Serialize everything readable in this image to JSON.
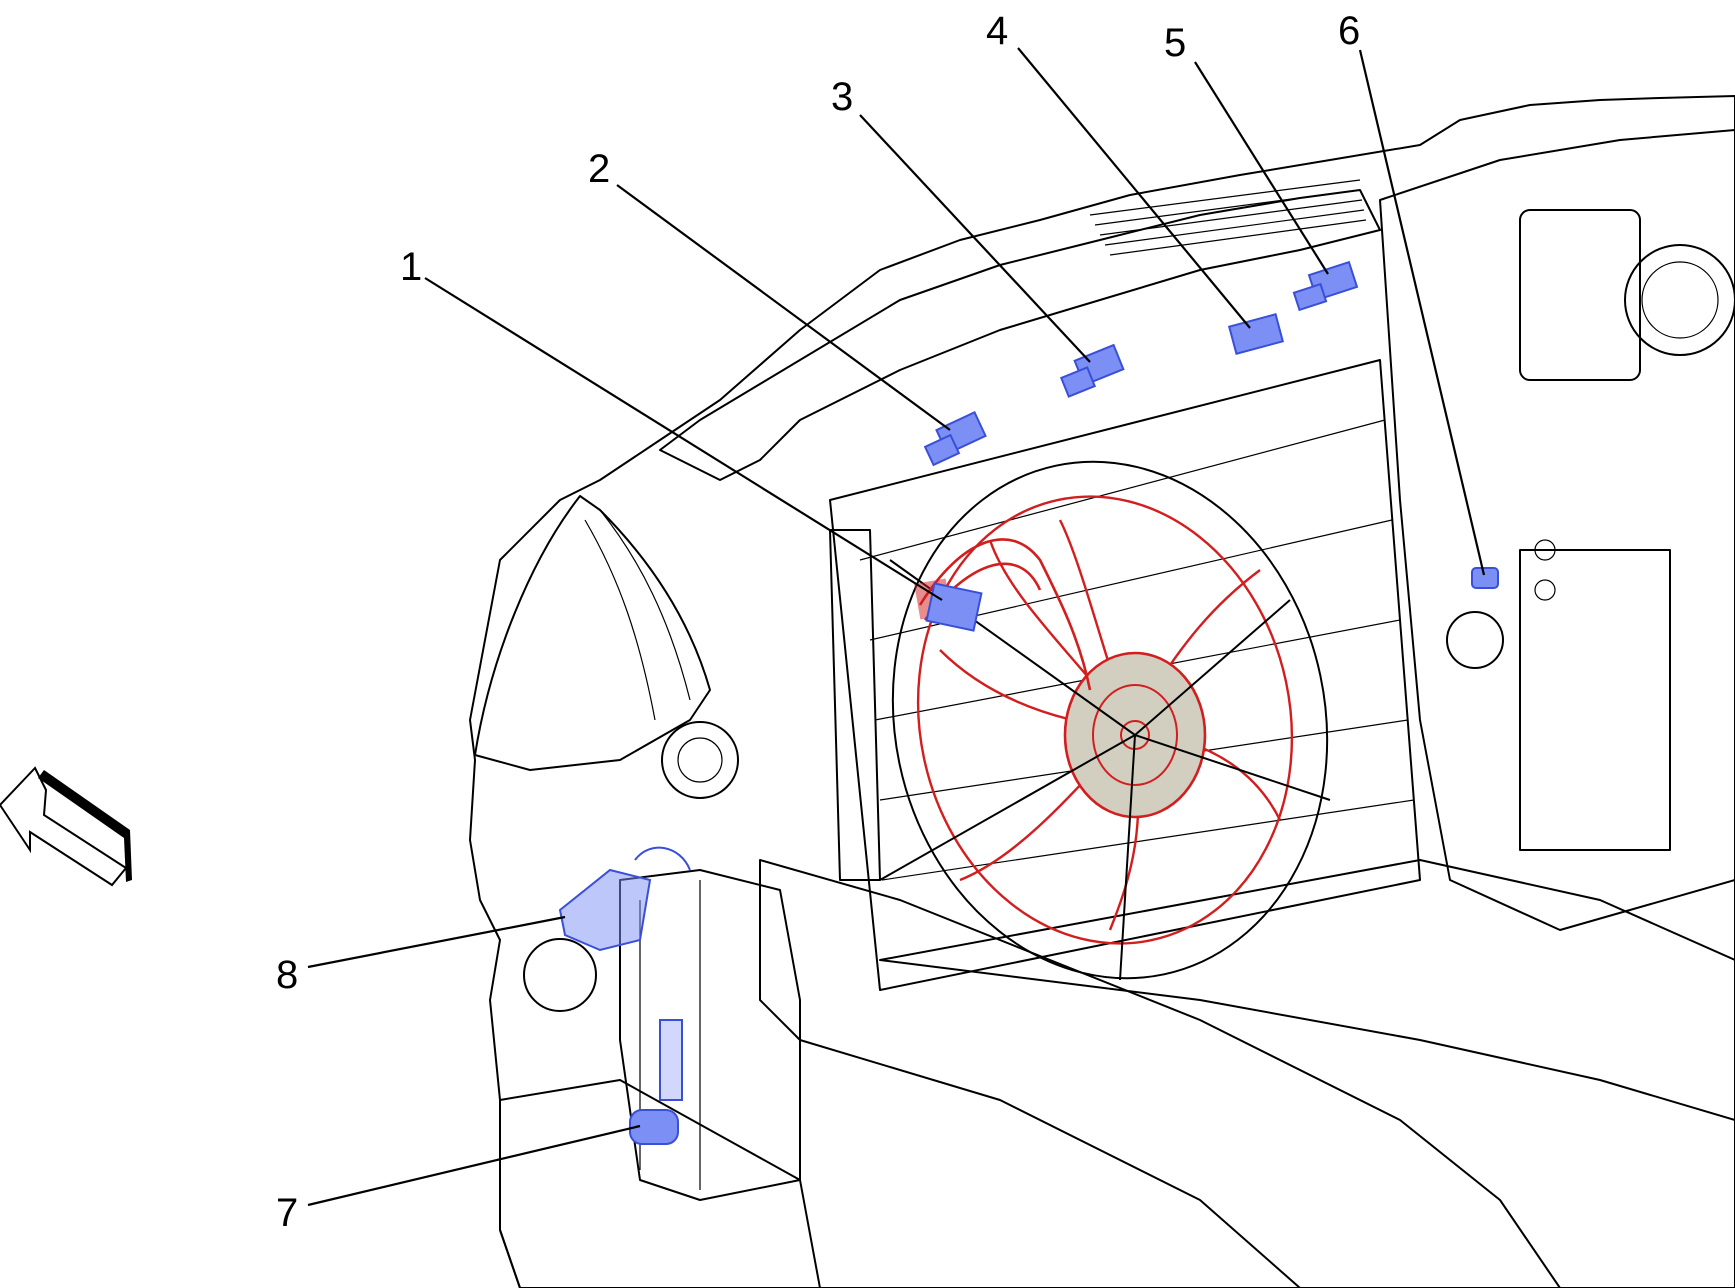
{
  "colors": {
    "background": "#ffffff",
    "body_fill": "#d2cfc1",
    "outline": "#000000",
    "fan_highlight": "#d21e1e",
    "component_highlight": "#7b8ff5",
    "component_outline": "#3a4fd8"
  },
  "callouts": [
    {
      "id": 1,
      "label": "1"
    },
    {
      "id": 2,
      "label": "2"
    },
    {
      "id": 3,
      "label": "3"
    },
    {
      "id": 4,
      "label": "4"
    },
    {
      "id": 5,
      "label": "5"
    },
    {
      "id": 6,
      "label": "6"
    },
    {
      "id": 7,
      "label": "7"
    },
    {
      "id": 8,
      "label": "8"
    }
  ],
  "direction_arrow": {
    "icon": "forward-direction-arrow-icon"
  }
}
